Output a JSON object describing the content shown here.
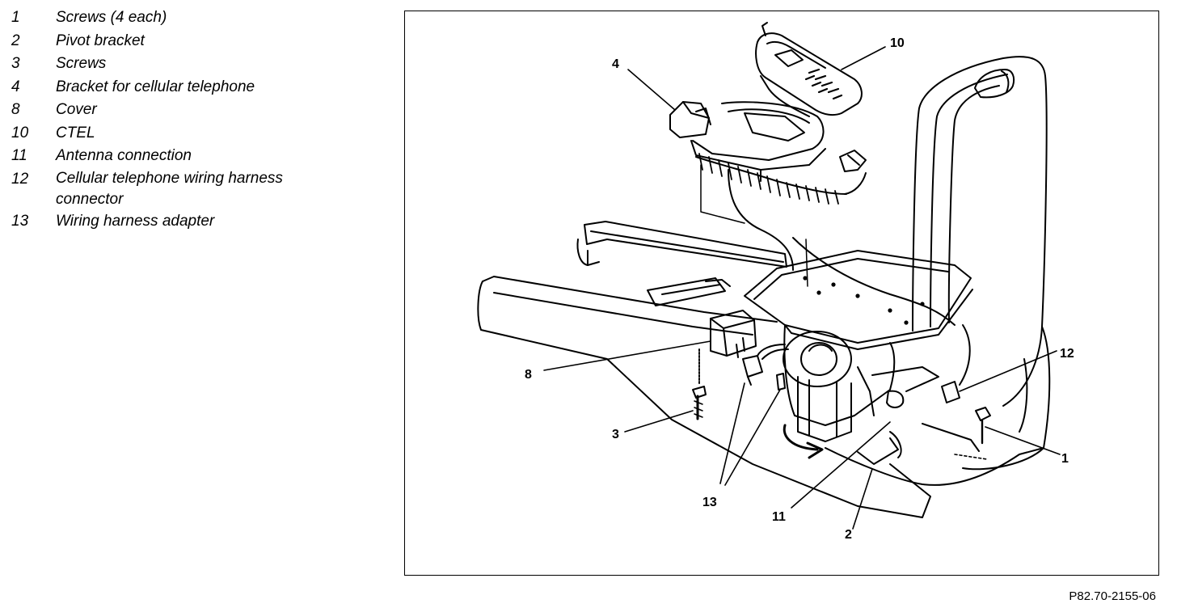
{
  "legend": [
    {
      "num": "1",
      "text": "Screws (4 each)"
    },
    {
      "num": "2",
      "text": "Pivot bracket"
    },
    {
      "num": "3",
      "text": "Screws"
    },
    {
      "num": "4",
      "text": "Bracket for cellular telephone"
    },
    {
      "num": "8",
      "text": "Cover"
    },
    {
      "num": "10",
      "text": "CTEL"
    },
    {
      "num": "11",
      "text": "Antenna connection"
    },
    {
      "num": "12",
      "text": "Cellular telephone wiring harness connector"
    },
    {
      "num": "13",
      "text": "Wiring harness adapter"
    }
  ],
  "callouts": {
    "c1": "1",
    "c2": "2",
    "c3": "3",
    "c4": "4",
    "c8": "8",
    "c10": "10",
    "c11": "11",
    "c12": "12",
    "c13": "13"
  },
  "figure_ref": "P82.70-2155-06"
}
